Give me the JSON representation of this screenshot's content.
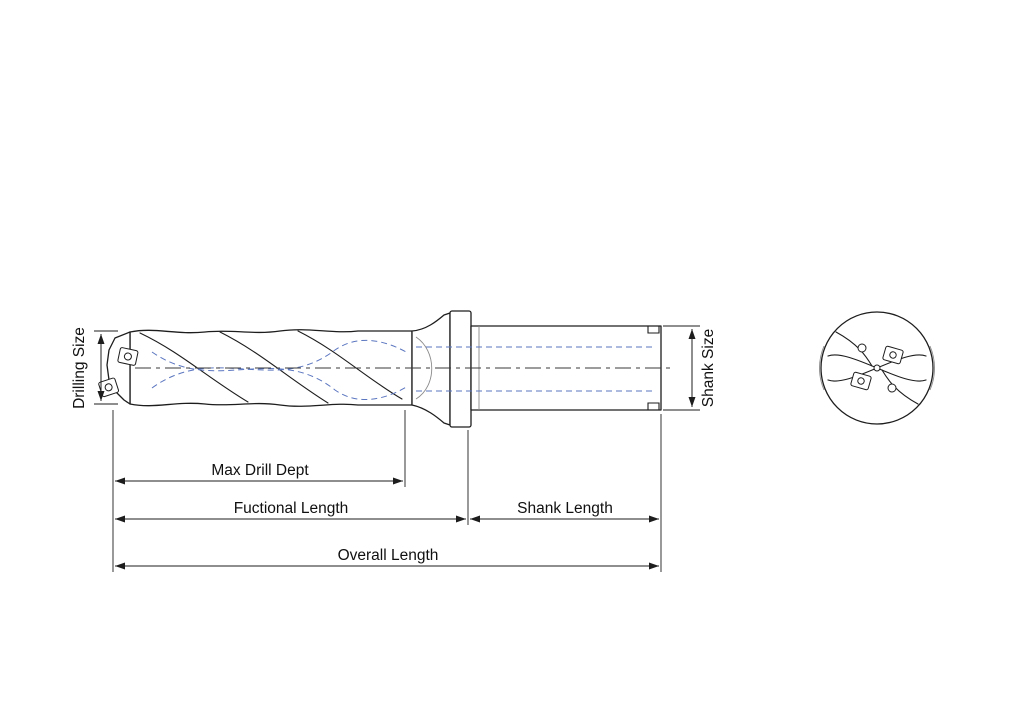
{
  "labels": {
    "drilling_size": "Drilling Size",
    "shank_size": "Shank Size",
    "max_drill_depth": "Max Drill Dept",
    "functional_length": "Fuctional Length",
    "shank_length": "Shank Length",
    "overall_length": "Overall Length"
  },
  "colors": {
    "outline": "#1d1d1d",
    "helix_dashed": "#5b76c0",
    "centerline": "#3a3a3a",
    "dimension": "#1d1d1d",
    "text": "#101010"
  }
}
